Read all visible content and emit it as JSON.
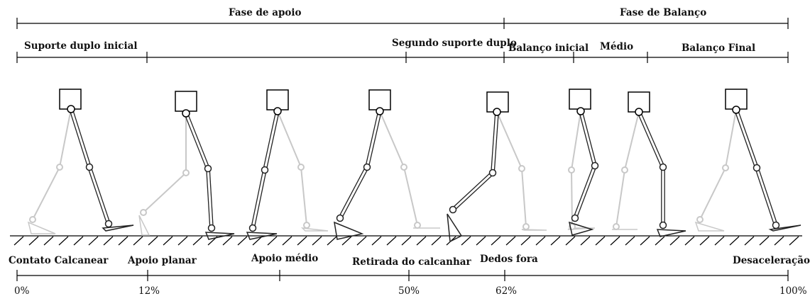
{
  "phases": {
    "stance": "Fase de apoio",
    "swing": "Fase de Balanço"
  },
  "subphases": {
    "initial_double_support": "Suporte duplo inicial",
    "second_double_support": "Segundo suporte duplo",
    "initial_swing": "Balanço inicial",
    "mid_swing": "Médio",
    "terminal_swing": "Balanço Final"
  },
  "events": [
    {
      "label": "Contato Calcanear"
    },
    {
      "label": "Apoio planar"
    },
    {
      "label": "Apoio médio"
    },
    {
      "label": "Retirada do calcanhar"
    },
    {
      "label": "Dedos fora"
    },
    {
      "label": "Desaceleração"
    }
  ],
  "percent_ticks": [
    "0%",
    "12%",
    "50%",
    "62%",
    "100%"
  ],
  "colors": {
    "line": "#000000",
    "back_leg": "#c8c8c8",
    "front_leg": "#222222"
  }
}
